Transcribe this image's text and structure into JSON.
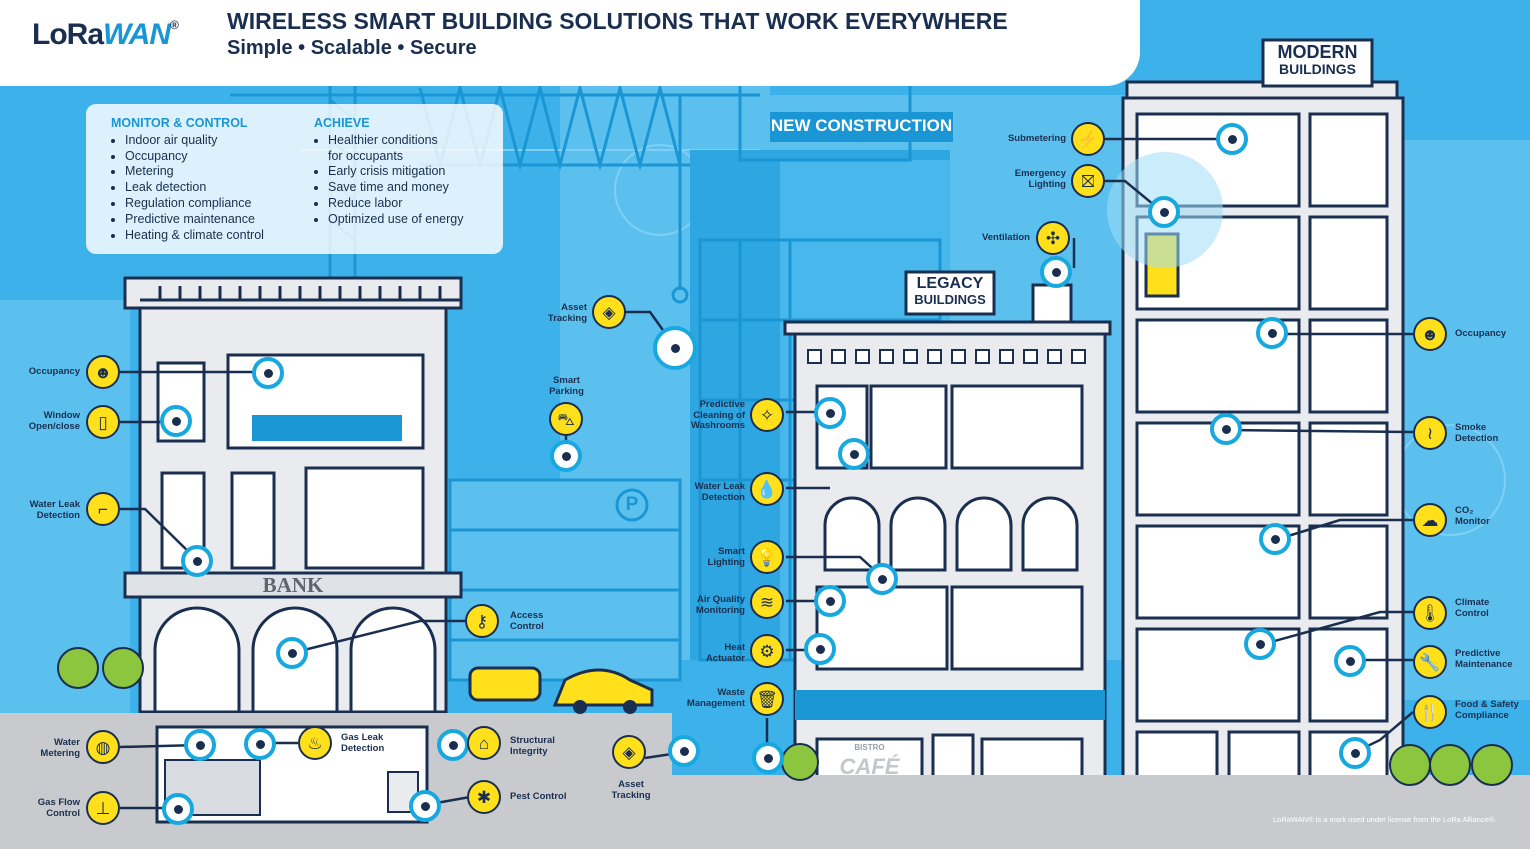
{
  "brand": {
    "logo_lo": "LoRa",
    "logo_wan": "WAN",
    "logo_mark": "®"
  },
  "header": {
    "title": "WIRELESS SMART BUILDING SOLUTIONS THAT WORK EVERYWHERE",
    "subtitle": "Simple • Scalable • Secure"
  },
  "infobox": {
    "monitor_title": "MONITOR & CONTROL",
    "monitor_items": [
      "Indoor air quality",
      "Occupancy",
      "Metering",
      "Leak detection",
      "Regulation compliance",
      "Predictive maintenance",
      "Heating & climate control"
    ],
    "achieve_title": "ACHIEVE",
    "achieve_items": [
      "Healthier conditions",
      "for occupants",
      "Early crisis mitigation",
      "Save time and money",
      "Reduce labor",
      "Optimized use of energy"
    ]
  },
  "signs": {
    "new_construction": "NEW CONSTRUCTION",
    "legacy_1": "LEGACY",
    "legacy_2": "BUILDINGS",
    "modern_1": "MODERN",
    "modern_2": "BUILDINGS",
    "bank": "BANK",
    "cafe_small": "BISTRO",
    "cafe": "CAFÉ",
    "parking": "P"
  },
  "labels": {
    "occupancy_left": "Occupancy",
    "window_1": "Window",
    "window_2": "Open/close",
    "water_leak_left_1": "Water Leak",
    "water_leak_left_2": "Detection",
    "water_metering_1": "Water",
    "water_metering_2": "Metering",
    "gas_flow_1": "Gas Flow",
    "gas_flow_2": "Control",
    "gas_leak_1": "Gas Leak",
    "gas_leak_2": "Detection",
    "structural_1": "Structural",
    "structural_2": "Integrity",
    "pest": "Pest Control",
    "access_1": "Access",
    "access_2": "Control",
    "asset_top_1": "Asset",
    "asset_top_2": "Tracking",
    "smart_parking_1": "Smart",
    "smart_parking_2": "Parking",
    "asset_bottom_1": "Asset",
    "asset_bottom_2": "Tracking",
    "pred_clean_1": "Predictive",
    "pred_clean_2": "Cleaning of",
    "pred_clean_3": "Washrooms",
    "water_leak_mid_1": "Water Leak",
    "water_leak_mid_2": "Detection",
    "smart_lighting_1": "Smart",
    "smart_lighting_2": "Lighting",
    "air_quality_1": "Air Quality",
    "air_quality_2": "Monitoring",
    "heat_1": "Heat",
    "heat_2": "Actuator",
    "waste_1": "Waste",
    "waste_2": "Management",
    "submetering": "Submetering",
    "emergency_1": "Emergency",
    "emergency_2": "Lighting",
    "ventilation": "Ventilation",
    "occupancy_right": "Occupancy",
    "smoke_1": "Smoke",
    "smoke_2": "Detection",
    "co2_1": "CO₂",
    "co2_2": "Monitor",
    "climate_1": "Climate",
    "climate_2": "Control",
    "pred_maint_1": "Predictive",
    "pred_maint_2": "Maintenance",
    "food_1": "Food & Safety",
    "food_2": "Compliance"
  },
  "footnote": "LoRaWAN® is a mark used under license from the LoRa Alliance®.",
  "colors": {
    "sky": "#3db2ea",
    "navy": "#1a2f50",
    "accent_blue": "#1a96d4",
    "yellow": "#ffe01b",
    "building": "#e9ebee",
    "ground": "#c8cace"
  },
  "icons": [
    "occupancy-icon",
    "window-icon",
    "pipe-leak-icon",
    "water-meter-icon",
    "gas-valve-icon",
    "gas-leak-icon",
    "house-crack-icon",
    "pest-icon",
    "key-icon",
    "asset-tag-icon",
    "parking-car-icon",
    "spray-icon",
    "droplet-icon",
    "bulb-icon",
    "wind-icon",
    "gear-icon",
    "trash-icon",
    "plug-icon",
    "exit-icon",
    "fan-icon",
    "smoke-icon",
    "co2-icon",
    "thermometer-icon",
    "wrench-icon",
    "food-icon"
  ]
}
